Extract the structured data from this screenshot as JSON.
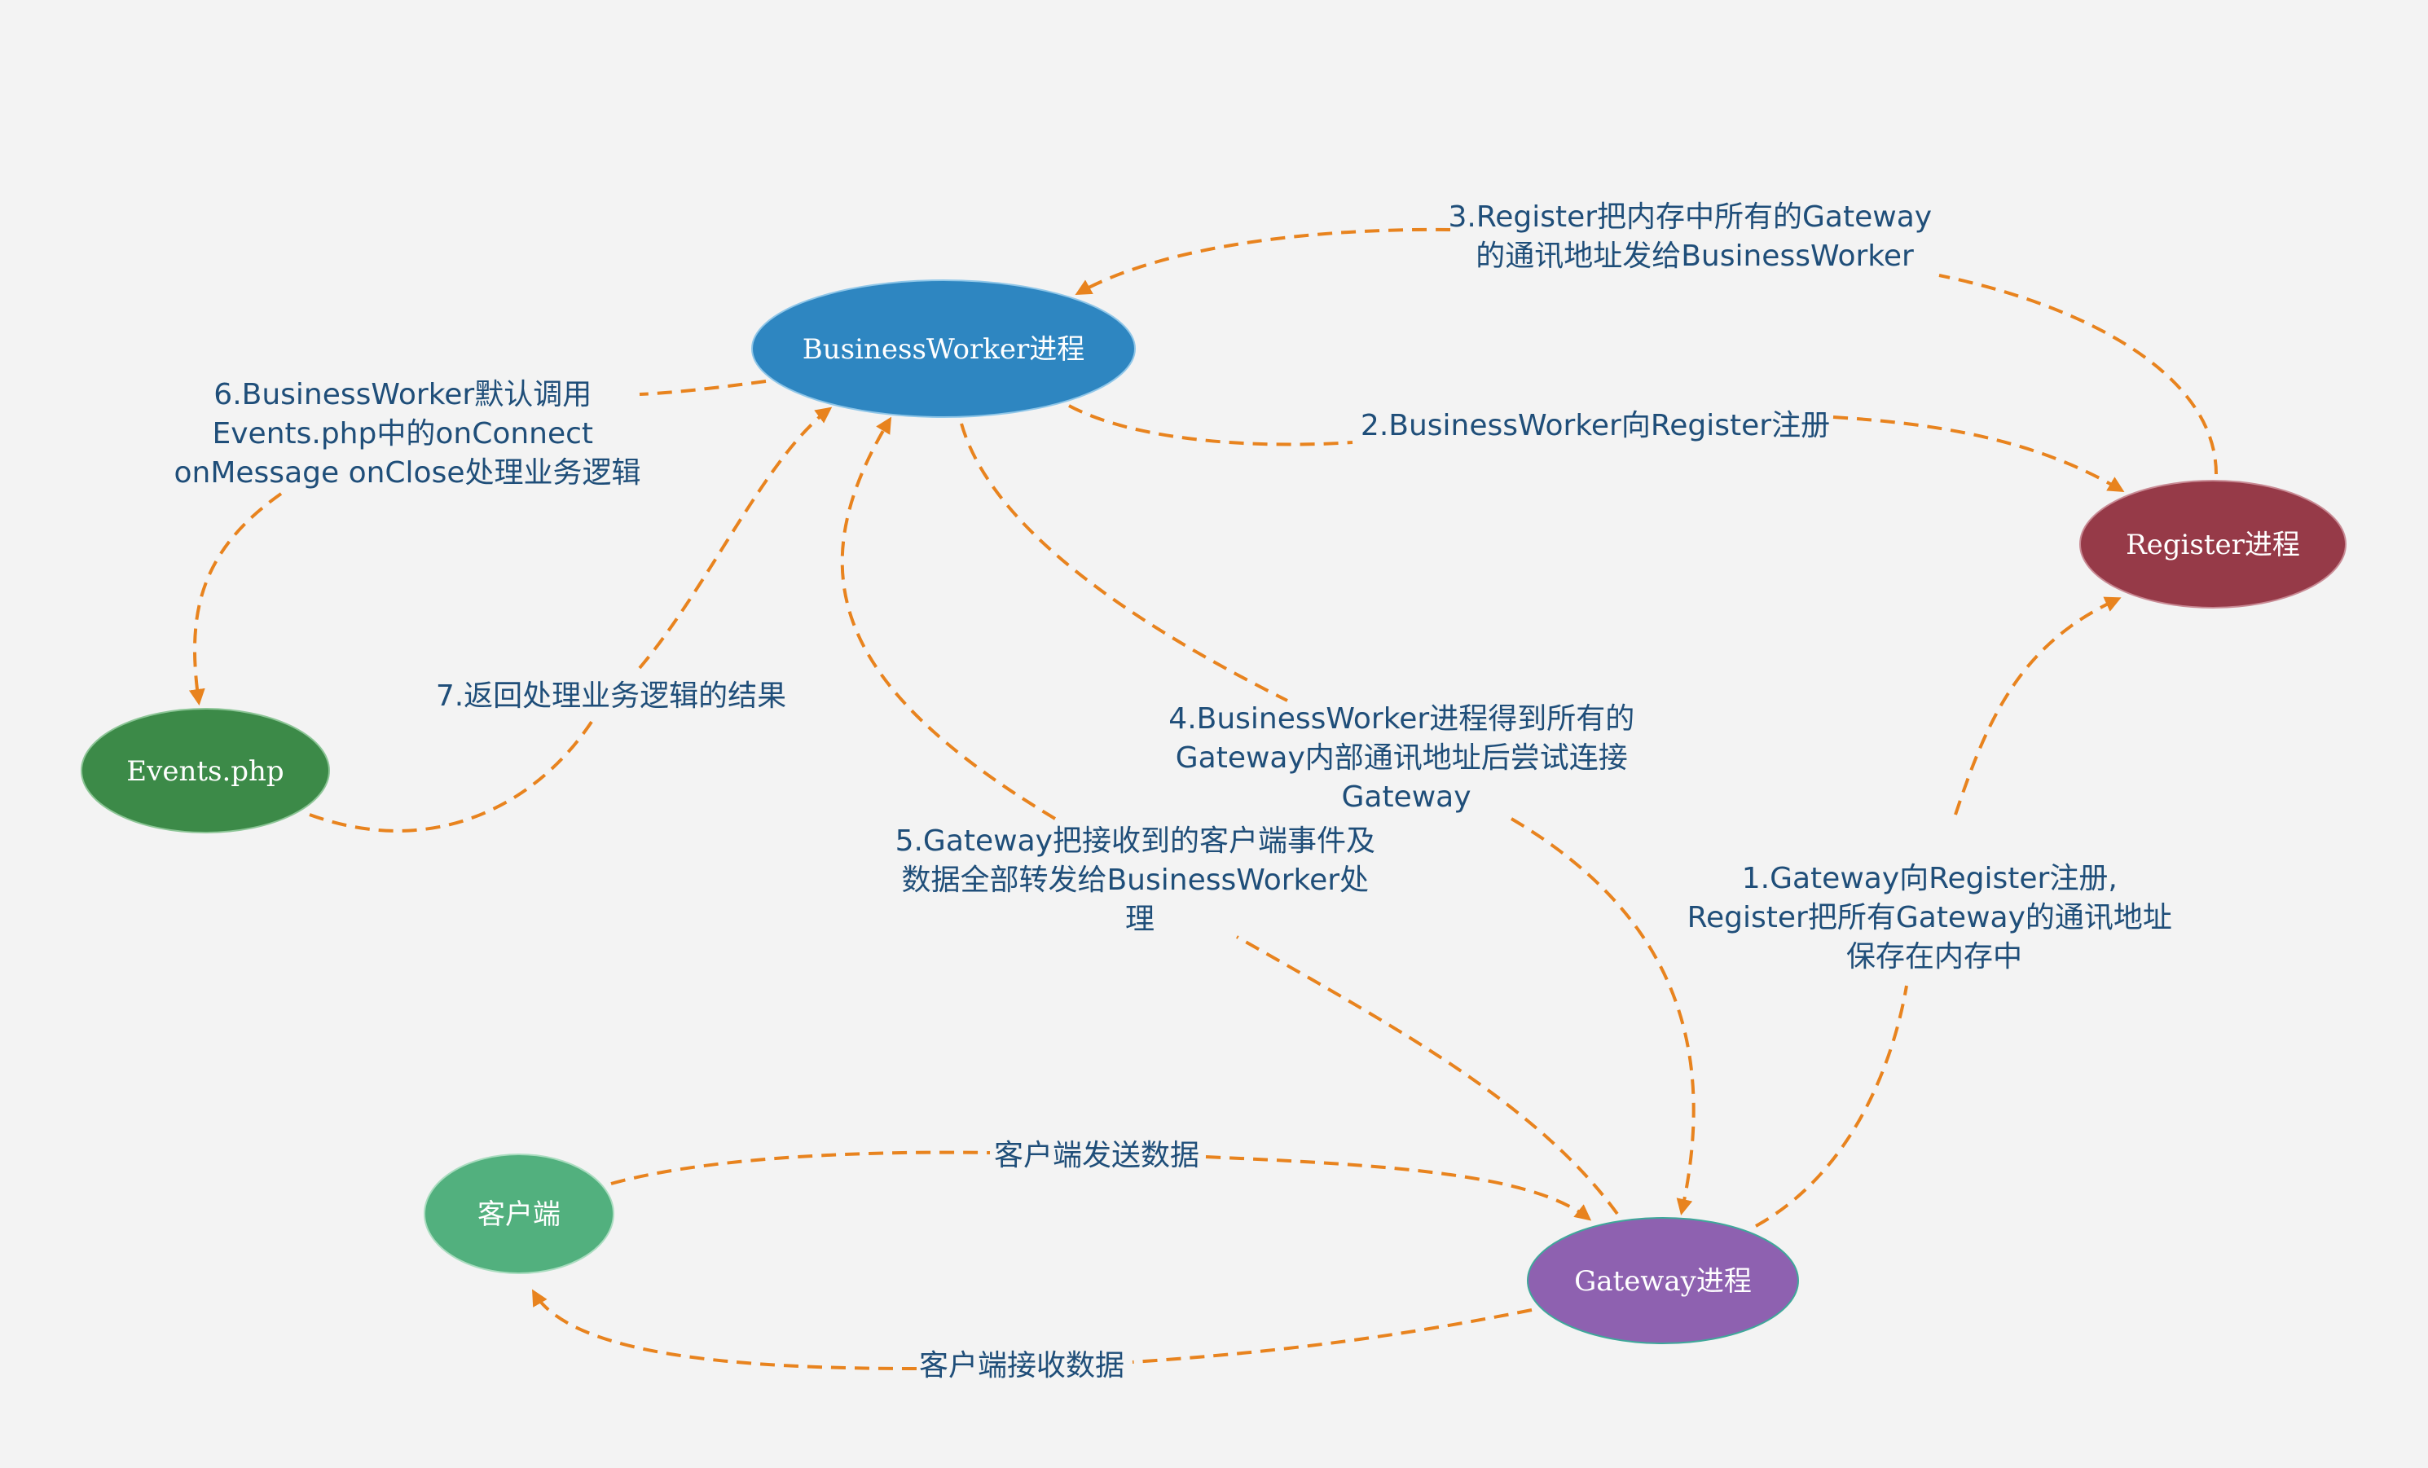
{
  "diagram": {
    "colors": {
      "background": "#f3f3f3",
      "edge": "#e8831e",
      "label_text": "#1f4e79",
      "business_worker": "#2e86c1",
      "register": "#963a48",
      "events": "#3c8a48",
      "client": "#52b07e",
      "gateway": "#8e61b0"
    },
    "nodes": {
      "business_worker": "BusinessWorker进程",
      "register": "Register进程",
      "events": "Events.php",
      "client": "客户端",
      "gateway": "Gateway进程"
    },
    "edges": {
      "step1": [
        "1.Gateway向Register注册,",
        "Register把所有Gateway的通讯地址",
        "保存在内存中"
      ],
      "step2": [
        "2.BusinessWorker向Register注册"
      ],
      "step3": [
        "3.Register把内存中所有的Gateway",
        "的通讯地址发给BusinessWorker"
      ],
      "step4": [
        "4.BusinessWorker进程得到所有的",
        "Gateway内部通讯地址后尝试连接",
        "Gateway"
      ],
      "step5": [
        "5.Gateway把接收到的客户端事件及",
        "数据全部转发给BusinessWorker处",
        "理"
      ],
      "step6": [
        "6.BusinessWorker默认调用",
        "Events.php中的onConnect",
        "onMessage onClose处理业务逻辑"
      ],
      "step7": [
        "7.返回处理业务逻辑的结果"
      ],
      "client_send": [
        "客户端发送数据"
      ],
      "client_receive": [
        "客户端接收数据"
      ]
    }
  }
}
